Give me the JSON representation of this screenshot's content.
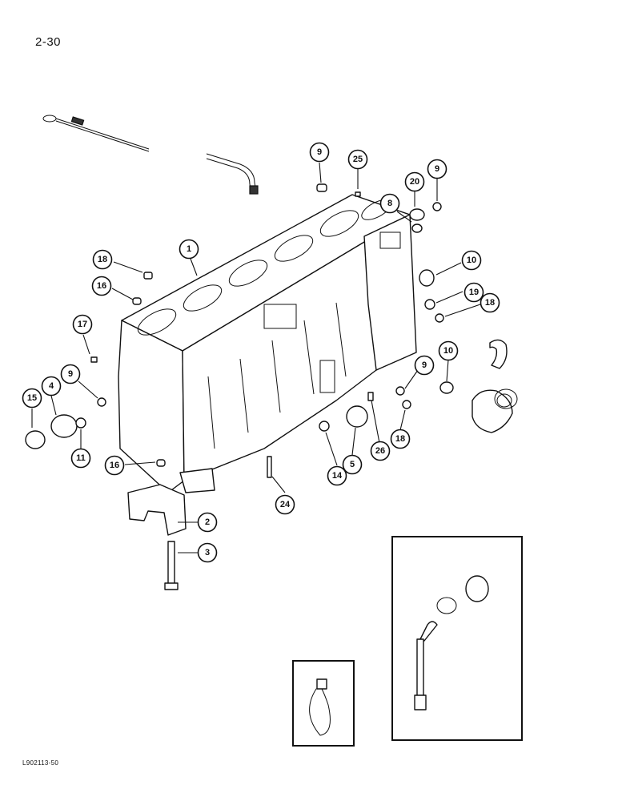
{
  "page": {
    "number": "2-30",
    "figure_code": "L902113-50"
  },
  "callouts": [
    {
      "id": "c9a",
      "label": "9"
    },
    {
      "id": "c25",
      "label": "25"
    },
    {
      "id": "c20",
      "label": "20"
    },
    {
      "id": "c9b",
      "label": "9"
    },
    {
      "id": "c8",
      "label": "8"
    },
    {
      "id": "c18a",
      "label": "18"
    },
    {
      "id": "c1",
      "label": "1"
    },
    {
      "id": "c10a",
      "label": "10"
    },
    {
      "id": "c16a",
      "label": "16"
    },
    {
      "id": "c19",
      "label": "19"
    },
    {
      "id": "c18b",
      "label": "18"
    },
    {
      "id": "c17",
      "label": "17"
    },
    {
      "id": "c10b",
      "label": "10"
    },
    {
      "id": "c9c",
      "label": "9"
    },
    {
      "id": "c9d",
      "label": "9"
    },
    {
      "id": "c15",
      "label": "15"
    },
    {
      "id": "c4",
      "label": "4"
    },
    {
      "id": "c11",
      "label": "11"
    },
    {
      "id": "c16b",
      "label": "16"
    },
    {
      "id": "c14",
      "label": "14"
    },
    {
      "id": "c5",
      "label": "5"
    },
    {
      "id": "c26",
      "label": "26"
    },
    {
      "id": "c18c",
      "label": "18"
    },
    {
      "id": "c24",
      "label": "24"
    },
    {
      "id": "c2",
      "label": "2"
    },
    {
      "id": "c3",
      "label": "3"
    }
  ]
}
